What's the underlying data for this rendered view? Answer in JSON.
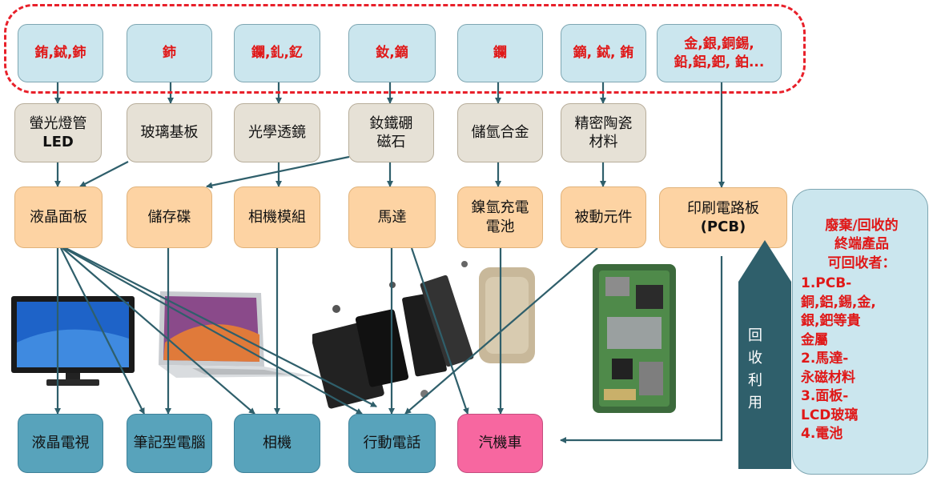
{
  "elements": [
    "銪,鋱,鈰",
    "鈰",
    "鑭,釓,釔",
    "釹,鏑",
    "鑭",
    "鏑, 鋱, 銪",
    "金,銀,銅錫,\n鉛,鋁,鈀, 鉑..."
  ],
  "materials": [
    {
      "line1": "螢光燈管",
      "line2": "LED"
    },
    {
      "line1": "玻璃基板",
      "line2": ""
    },
    {
      "line1": "光學透鏡",
      "line2": ""
    },
    {
      "line1": "釹鐵硼",
      "line2": "磁石"
    },
    {
      "line1": "儲氫合金",
      "line2": ""
    },
    {
      "line1": "精密陶瓷",
      "line2": "材料"
    }
  ],
  "components": [
    {
      "line1": "液晶面板",
      "line2": ""
    },
    {
      "line1": "儲存碟",
      "line2": ""
    },
    {
      "line1": "相機模組",
      "line2": ""
    },
    {
      "line1": "馬達",
      "line2": ""
    },
    {
      "line1": "鎳氫充電",
      "line2": "電池"
    },
    {
      "line1": "被動元件",
      "line2": ""
    },
    {
      "line1": "印刷電路板",
      "line2": "(PCB)"
    }
  ],
  "products": [
    "液晶電視",
    "筆記型電腦",
    "相機",
    "行動電話",
    "汽機車"
  ],
  "recycle_label": "回\n收\n利\n用",
  "panel": {
    "title": "廢棄/回收的\n終端產品\n可回收者：",
    "items": [
      "1.PCB-\n   銅,鋁,錫,金,\n   銀,鈀等貴\n   金屬",
      "2.馬達-\n   永磁材料",
      "3.面板-\n   LCD玻璃",
      "4.電池"
    ]
  },
  "colors": {
    "element_fill": "#cbe6ee",
    "element_text": "#e01818",
    "material_fill": "#e6e1d6",
    "component_fill": "#fdd3a3",
    "product_fill": "#58a3bb",
    "car_fill": "#f767a0",
    "arrow": "#2f5f6b",
    "dashed_border": "#e8202a"
  }
}
